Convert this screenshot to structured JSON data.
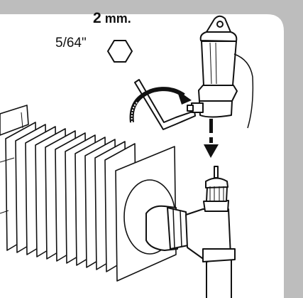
{
  "allen_key": {
    "metric_value": "2",
    "metric_unit": "mm.",
    "imperial_size": "5/64\""
  },
  "icons": {
    "hex": "hex-key-icon",
    "rotate": "rotate-arrow-icon",
    "down": "down-arrow-icon"
  },
  "colors": {
    "outline": "#111111",
    "panel_background": "#bdbdbd",
    "card_background": "#ffffff"
  }
}
